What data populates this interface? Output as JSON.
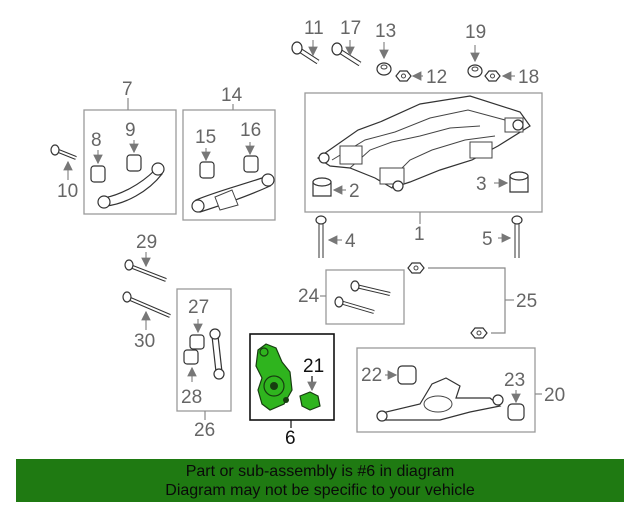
{
  "labels": {
    "c1": "1",
    "c2": "2",
    "c3": "3",
    "c4": "4",
    "c5": "5",
    "c6": "6",
    "c7": "7",
    "c8": "8",
    "c9": "9",
    "c10": "10",
    "c11": "11",
    "c12": "12",
    "c13": "13",
    "c14": "14",
    "c15": "15",
    "c16": "16",
    "c17": "17",
    "c18": "18",
    "c19": "19",
    "c20": "20",
    "c21": "21",
    "c22": "22",
    "c23": "23",
    "c24": "24",
    "c25": "25",
    "c26": "26",
    "c27": "27",
    "c28": "28",
    "c29": "29",
    "c30": "30"
  },
  "highlight": {
    "part_number": "6",
    "color": "#2fb41e"
  },
  "footer": {
    "line1": "Part or sub-assembly is #6 in diagram",
    "line2": "Diagram may not be specific to your vehicle",
    "background": "#1f7a12"
  }
}
